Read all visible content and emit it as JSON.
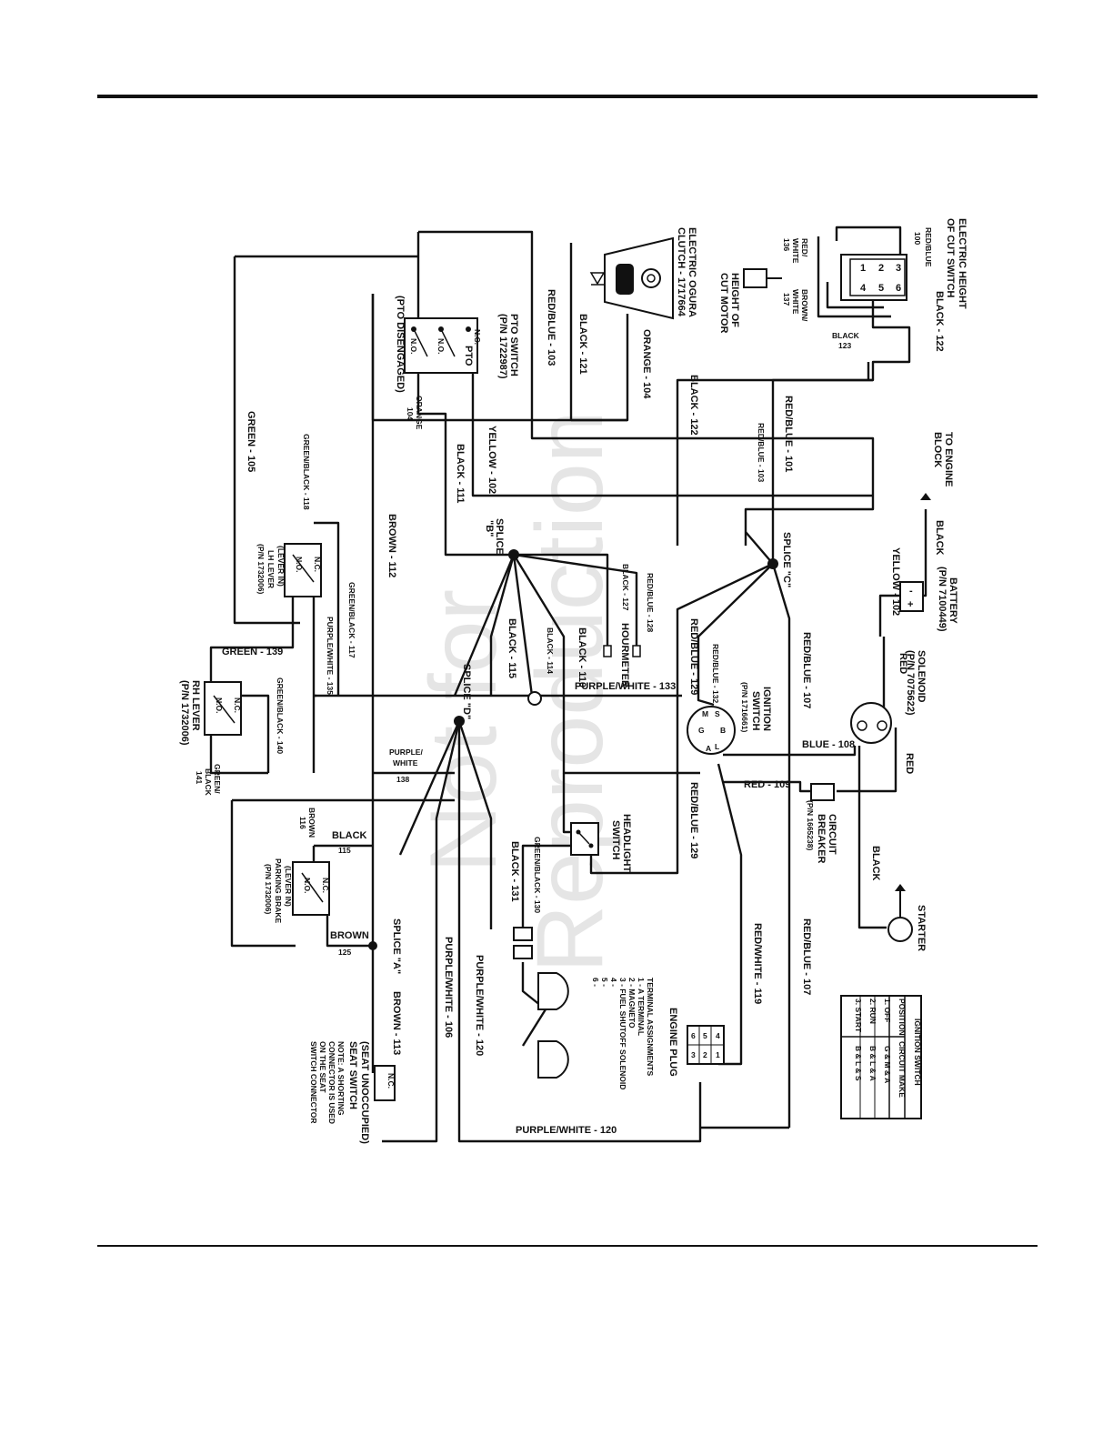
{
  "watermark": {
    "line1": "Not for",
    "line2": "Reproduction"
  },
  "components": {
    "height_of_cut_switch": {
      "line1": "ELECTRIC HEIGHT",
      "line2": "OF CUT SWITCH",
      "pins": [
        "3",
        "6",
        "2",
        "5",
        "1",
        "4"
      ]
    },
    "cut_motor": {
      "line1": "HEIGHT OF",
      "line2": "CUT MOTOR"
    },
    "clutch": {
      "line1": "ELECTRIC OGURA",
      "line2": "CLUTCH - 1717664"
    },
    "pto_switch": {
      "line1": "PTO SWITCH",
      "line2": "(P/N 1722987)",
      "line3": "(PTO DISENGAGED)",
      "pto": "PTO",
      "nc": "N.C.",
      "no": "N.O."
    },
    "engine_block": {
      "line1": "TO ENGINE",
      "line2": "BLOCK"
    },
    "battery": {
      "line1": "BATTERY",
      "line2": "(P/N 7100449)",
      "minus": "-",
      "plus": "+"
    },
    "solenoid": {
      "line1": "SOLENOID",
      "line2": "(P/N 7075622)"
    },
    "starter": {
      "label": "STARTER"
    },
    "circuit_breaker": {
      "line1": "CIRCUIT",
      "line2": "BREAKER",
      "line3": "(P/N 1665238)"
    },
    "ignition_switch": {
      "line1": "IGNITION",
      "line2": "SWITCH",
      "line3": "(P/N 1716661)",
      "s": "S",
      "m": "M",
      "b": "B",
      "l": "L",
      "g": "G",
      "a": "A"
    },
    "hourmeter": {
      "label": "HOURMETER"
    },
    "headlight_switch": {
      "line1": "HEADLIGHT",
      "line2": "SWITCH"
    },
    "lh_lever": {
      "line1": "(LEVER IN)",
      "line2": "LH LEVER",
      "line3": "(P/N 1732006)",
      "nc": "N.C.",
      "no": "N.O."
    },
    "rh_lever": {
      "line1": "RH LEVER",
      "line2": "(P/N 1732006)",
      "nc": "N.C.",
      "no": "N.O."
    },
    "parking_brake": {
      "line1": "(LEVER IN)",
      "line2": "PARKING BRAKE",
      "line3": "(P/N 1732006)",
      "nc": "N.C.",
      "no": "N.O."
    },
    "seat_switch": {
      "line1": "(SEAT UNOCCUPIED)",
      "line2": "SEAT SWITCH",
      "line3": "NOTE: A SHORTING",
      "line4": "CONNECTOR IS USED",
      "line5": "ON THE SEAT",
      "line6": "SWITCH CONNECTOR",
      "nc": "N.C."
    },
    "engine_plug": {
      "title": "ENGINE PLUG",
      "heading": "TERMINAL ASSIGNMENTS",
      "items": [
        "1 - A TERMINAL",
        "2 - MAGNETO",
        "3 - FUEL SHUTOFF SOLENOID",
        "4 -",
        "5 -",
        "6 -"
      ],
      "pins": [
        "4",
        "1",
        "5",
        "2",
        "6",
        "3"
      ]
    }
  },
  "splices": {
    "a": "SPLICE \"A\"",
    "b": "SPLICE",
    "b2": "\"B\"",
    "c": "SPLICE \"C\"",
    "d": "SPLICE \"D\""
  },
  "wire_labels": {
    "red_blue_100": "RED/BLUE",
    "n100": "100",
    "red_white_136": "RED/",
    "red_white_136b": "WHITE",
    "n136": "136",
    "brown_white_137": "BROWN/",
    "brown_white_137b": "WHITE",
    "n137": "137",
    "black_122": "BLACK - 122",
    "black_123": "BLACK",
    "n123": "123",
    "red_blue_101": "RED/BLUE - 101",
    "black_122b": "BLACK - 122",
    "orange_104": "ORANGE - 104",
    "black_121": "BLACK - 121",
    "red_blue_103": "RED/BLUE - 103",
    "orange_104b": "ORANGE",
    "n104": "104",
    "red_blue_103b": "RED/BLUE - 103",
    "yellow_102": "YELLOW - 102",
    "black_111": "BLACK - 111",
    "green_105": "GREEN - 105",
    "brown_112": "BROWN - 112",
    "green_black_118": "GREEN/BLACK - 118",
    "green_black_117": "GREEN/BLACK - 117",
    "purple_white_135": "PURPLE/WHITE - 135",
    "green_139": "GREEN - 139",
    "green_black_140": "GREEN/BLACK - 140",
    "green_black_141": "GREEN/",
    "green_black_141b": "BLACK",
    "n141": "141",
    "black_127": "BLACK - 127",
    "red_blue_128": "RED/BLUE - 128",
    "black_114": "BLACK - 114",
    "black_110": "BLACK - 110",
    "black_115": "BLACK - 115",
    "red_blue_129": "RED/BLUE - 129",
    "red_blue_132": "RED/BLUE - 132",
    "red_blue_107": "RED/BLUE - 107",
    "yellow_102b": "YELLOW - 102",
    "black_batt": "BLACK",
    "red_sol": "RED",
    "red_sol2": "RED",
    "blue_108": "BLUE - 108",
    "red_109": "RED - 109",
    "black_starter": "BLACK",
    "purple_white_133": "PURPLE/WHITE - 133",
    "purple_white_138": "PURPLE/",
    "purple_white_138b": "WHITE",
    "n138": "138",
    "black_115b": "BLACK",
    "n115": "115",
    "brown_116": "BROWN",
    "n116": "116",
    "black_131": "BLACK - 131",
    "green_black_130": "GREEN/BLACK - 130",
    "red_blue_129b": "RED/BLUE - 129",
    "brown_125": "BROWN",
    "n125": "125",
    "brown_113": "BROWN - 113",
    "purple_white_106": "PURPLE/WHITE - 106",
    "purple_white_120": "PURPLE/WHITE - 120",
    "purple_white_120b": "PURPLE/WHITE - 120",
    "red_white_119": "RED/WHITE - 119",
    "red_blue_107b": "RED/BLUE - 107"
  },
  "ignition_table": {
    "title": "IGNITION SWITCH",
    "headers": [
      "POSITION",
      "CIRCUIT MAKE"
    ],
    "rows": [
      [
        "1. OFF",
        "G & M & A"
      ],
      [
        "2. RUN",
        "B & L & A"
      ],
      [
        "3. START",
        "B & L & S"
      ]
    ]
  }
}
